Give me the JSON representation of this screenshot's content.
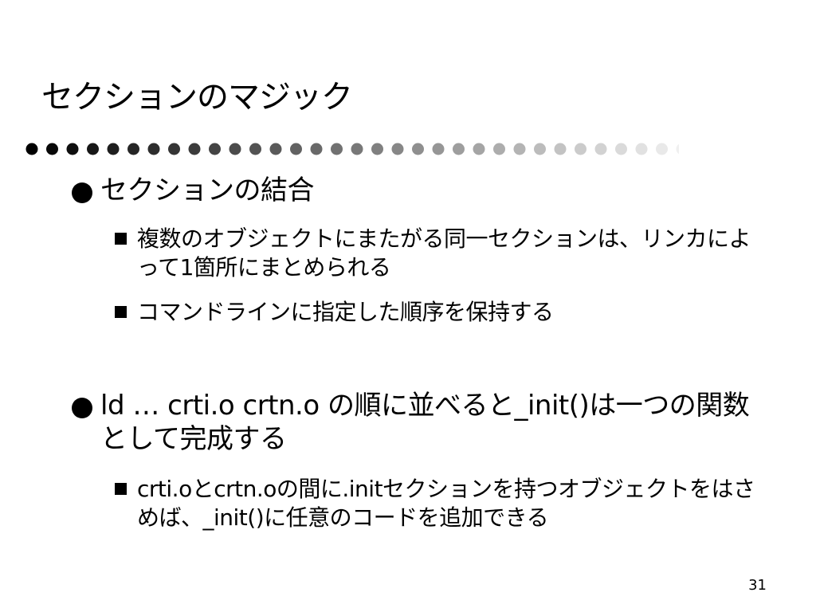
{
  "slide": {
    "title": "セクションのマジック",
    "bullets": [
      {
        "text": "セクションの結合",
        "sub": [
          {
            "text": "複数のオブジェクトにまたがる同一セクションは、リンカによって1箇所にまとめられる"
          },
          {
            "text": "コマンドラインに指定した順序を保持する"
          }
        ]
      },
      {
        "text": "ld … crti.o crtn.o の順に並べると_init()は一つの関数として完成する",
        "sub": [
          {
            "text": "crti.oとcrtn.oの間に.initセクションを持つオブジェクトをはさめば、_init()に任意のコードを追加できる"
          }
        ]
      }
    ],
    "page_number": "31"
  }
}
